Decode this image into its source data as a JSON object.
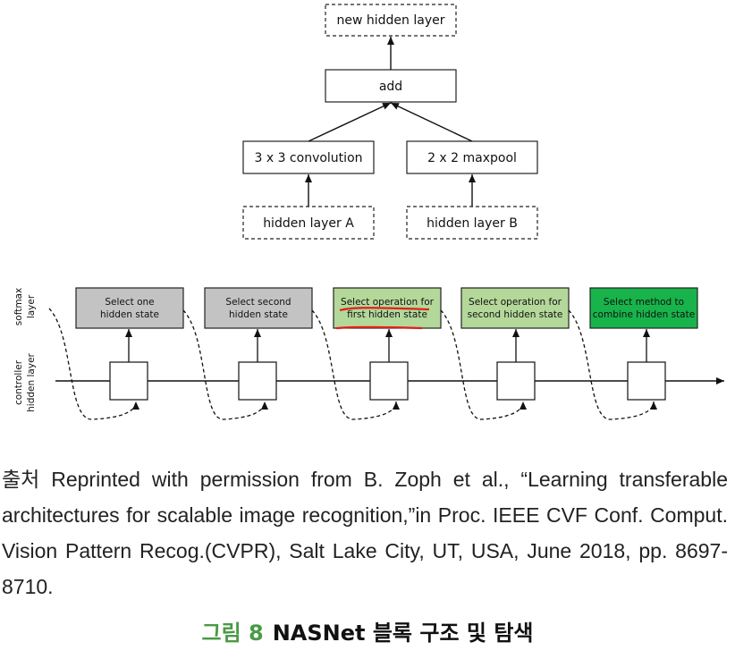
{
  "top_diagram": {
    "new_hidden_layer": "new hidden layer",
    "add": "add",
    "conv": "3 x 3 convolution",
    "maxpool": "2 x 2 maxpool",
    "hidden_a": "hidden layer A",
    "hidden_b": "hidden layer B"
  },
  "bottom_diagram": {
    "softmax_label": [
      "softmax",
      "layer"
    ],
    "controller_label": [
      "controller",
      "hidden layer"
    ],
    "steps": [
      {
        "lines": [
          "Select one",
          "hidden state"
        ],
        "color": "#c3c3c3"
      },
      {
        "lines": [
          "Select second",
          "hidden state"
        ],
        "color": "#c3c3c3"
      },
      {
        "lines": [
          "Select operation for",
          "first hidden state"
        ],
        "color": "#b3d89a"
      },
      {
        "lines": [
          "Select operation for",
          "second hidden state"
        ],
        "color": "#b3d89a"
      },
      {
        "lines": [
          "Select method to",
          "combine hidden state"
        ],
        "color": "#18b34b"
      }
    ],
    "annotation_color": "#e0201a"
  },
  "caption": {
    "text": "출처 Reprinted with permission from B. Zoph et al., “Learning transferable architectures for scalable image recognition,”in Proc. IEEE CVF Conf. Comput. Vision  Pattern Recog.(CVPR), Salt Lake City, UT, USA, June 2018, pp. 8697-8710."
  },
  "figure": {
    "number": "그림 8",
    "title": "NASNet 블록 구조 및 탐색"
  }
}
